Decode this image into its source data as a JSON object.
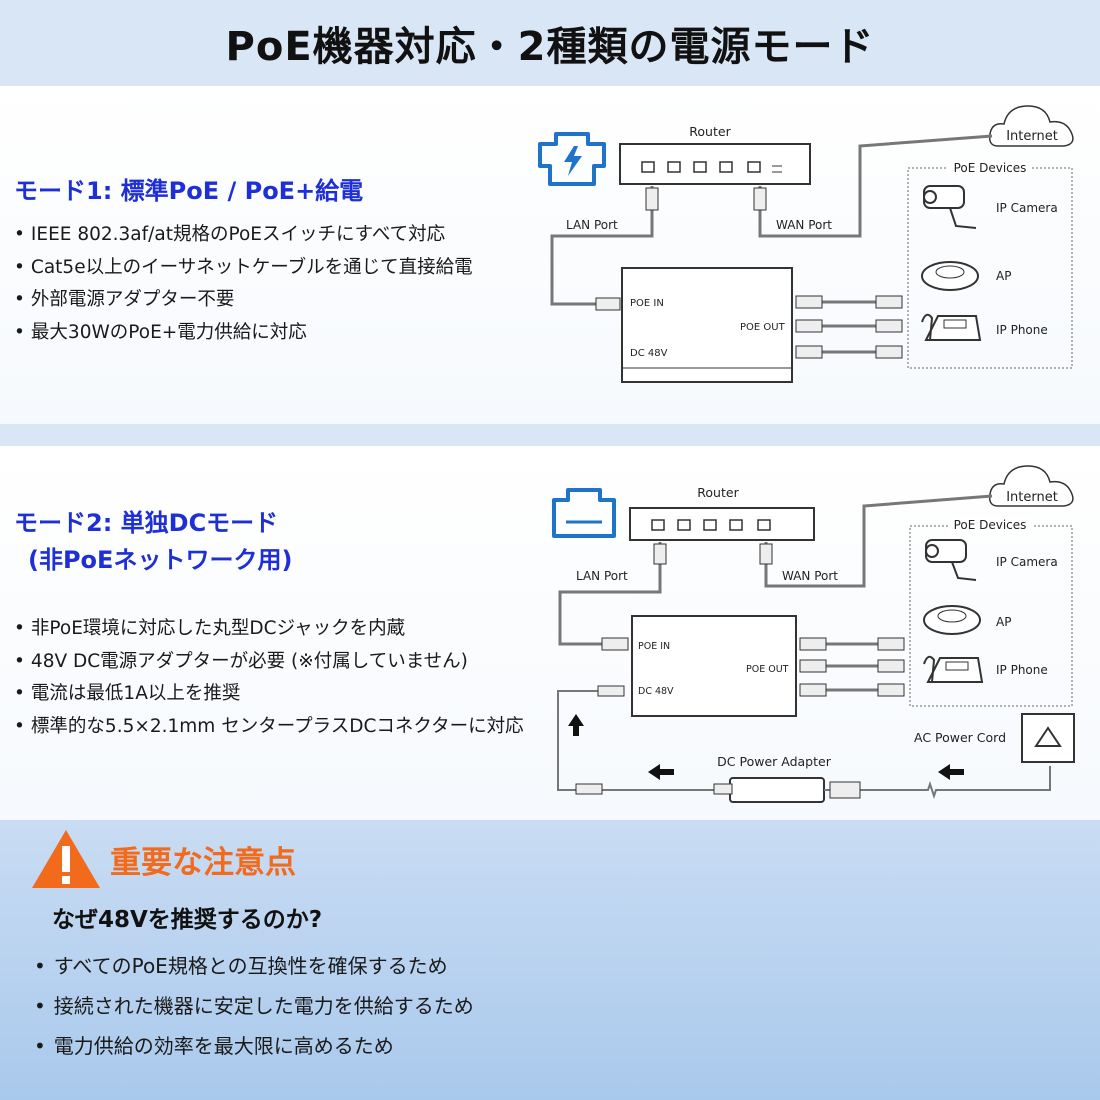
{
  "title": "PoE機器対応・2種類の電源モード",
  "mode1": {
    "title": "モード1: 標準PoE / PoE+給電",
    "bullets": [
      "IEEE 802.3af/at規格のPoEスイッチにすべて対応",
      "Cat5e以上のイーサネットケーブルを通じて直接給電",
      "外部電源アダプター不要",
      "最大30WのPoE+電力供給に対応"
    ]
  },
  "mode2": {
    "title_line1": "モード2: 単独DCモード",
    "title_line2": "(非PoEネットワーク用)",
    "bullets": [
      "非PoE環境に対応した丸型DCジャックを内蔵",
      "48V DC電源アダプターが必要 (※付属していません)",
      "電流は最低1A以上を推奨",
      "標準的な5.5×2.1mm センタープラスDCコネクターに対応"
    ]
  },
  "diagram": {
    "router": "Router",
    "internet": "Internet",
    "poe_devices": "PoE Devices",
    "ip_camera": "IP Camera",
    "ap": "AP",
    "ip_phone": "IP Phone",
    "lan_port": "LAN Port",
    "wan_port": "WAN Port",
    "poe_in": "POE IN",
    "poe_out": "POE OUT",
    "dc48v": "DC 48V",
    "ac_power_cord": "AC Power Cord",
    "dc_power_adapter": "DC Power Adapter"
  },
  "warning": {
    "title": "重要な注意点",
    "subtitle": "なぜ48Vを推奨するのか?",
    "bullets": [
      "すべてのPoE規格との互換性を確保するため",
      "接続された機器に安定した電力を供給するため",
      "電力供給の効率を最大限に高めるため"
    ]
  },
  "colors": {
    "accent_blue": "#1e2fd6",
    "warning_orange": "#f26a1b",
    "icon_blue": "#1f73c9"
  }
}
